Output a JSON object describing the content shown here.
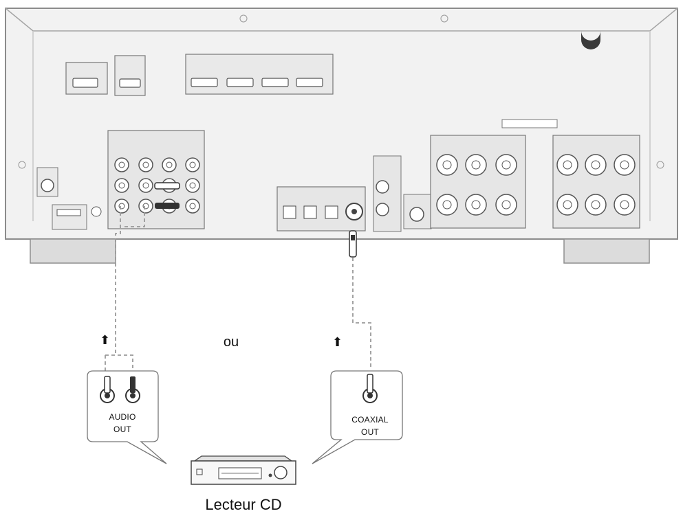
{
  "labels": {
    "ou": "ou",
    "audio_out_line1": "AUDIO",
    "audio_out_line2": "OUT",
    "coaxial_out_line1": "COAXIAL",
    "coaxial_out_line2": "OUT",
    "device_caption": "Lecteur CD"
  },
  "icons": {
    "arrow": "up-arrow-icon",
    "rca_jack": "rca-jack-icon",
    "cd_player": "cd-player-icon"
  },
  "colors": {
    "panel_fill": "#eeeeee",
    "panel_stroke": "#8a8a8a",
    "cable": "#999999",
    "connector_dark": "#333333"
  }
}
